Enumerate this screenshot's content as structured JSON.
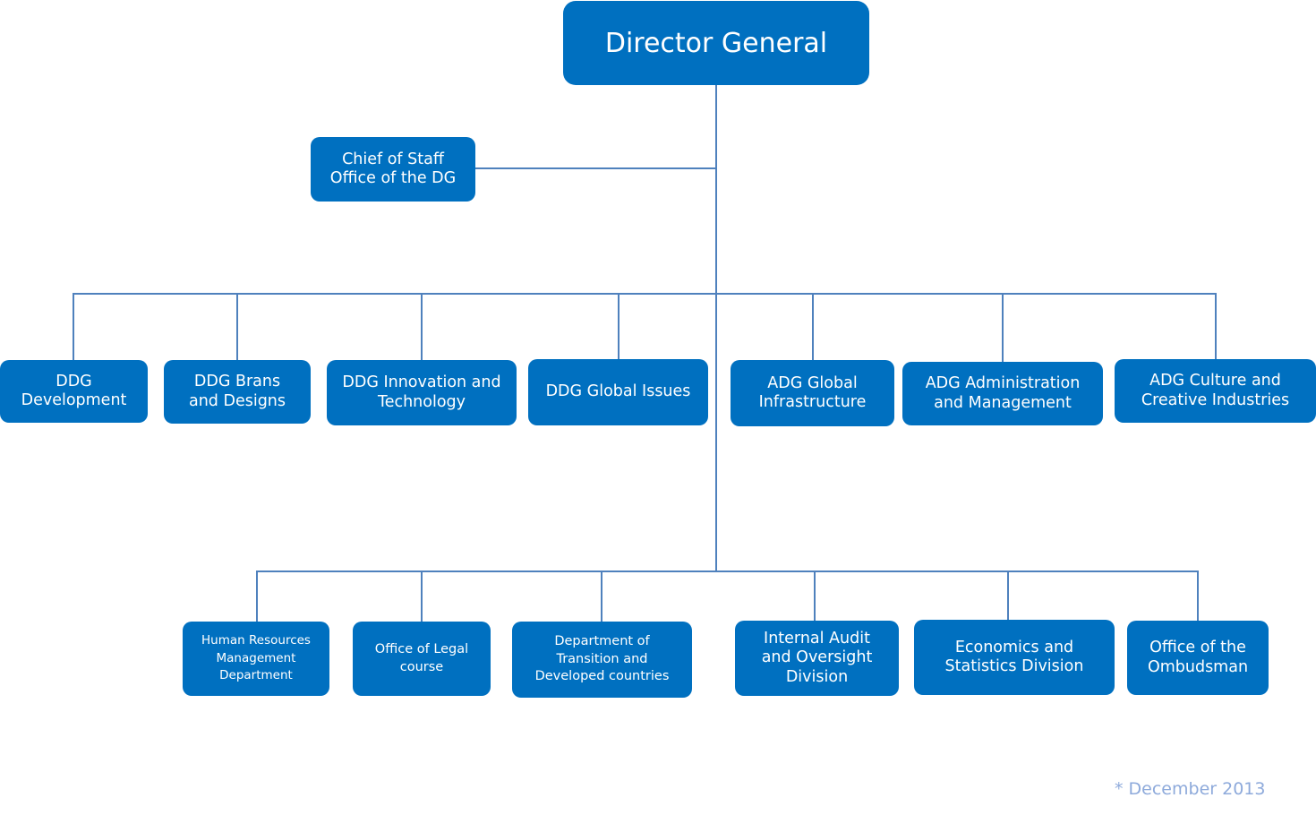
{
  "colors": {
    "box_fill": "#0070c0",
    "box_text": "#ffffff",
    "connector": "#4f81bd",
    "footnote": "#8eaadb"
  },
  "director": {
    "label": "Director General"
  },
  "chief_of_staff": {
    "label": "Chief of Staff\nOffice of the DG"
  },
  "deputies": [
    {
      "label": "DDG\nDevelopment"
    },
    {
      "label": "DDG Brans\nand Designs"
    },
    {
      "label": "DDG Innovation and\nTechnology"
    },
    {
      "label": "DDG Global Issues"
    },
    {
      "label": "ADG Global\nInfrastructure"
    },
    {
      "label": "ADG Administration\nand Management"
    },
    {
      "label": "ADG  Culture and\nCreative Industries"
    }
  ],
  "offices": [
    {
      "label": "Human Resources\nManagement\nDepartment"
    },
    {
      "label": "Office of Legal\ncourse"
    },
    {
      "label": "Department of\nTransition and\nDeveloped countries"
    },
    {
      "label": "Internal Audit\nand Oversight\nDivision"
    },
    {
      "label": "Economics and\nStatistics Division"
    },
    {
      "label": "Office  of the\nOmbudsman"
    }
  ],
  "footnote": {
    "text": "* December 2013"
  }
}
